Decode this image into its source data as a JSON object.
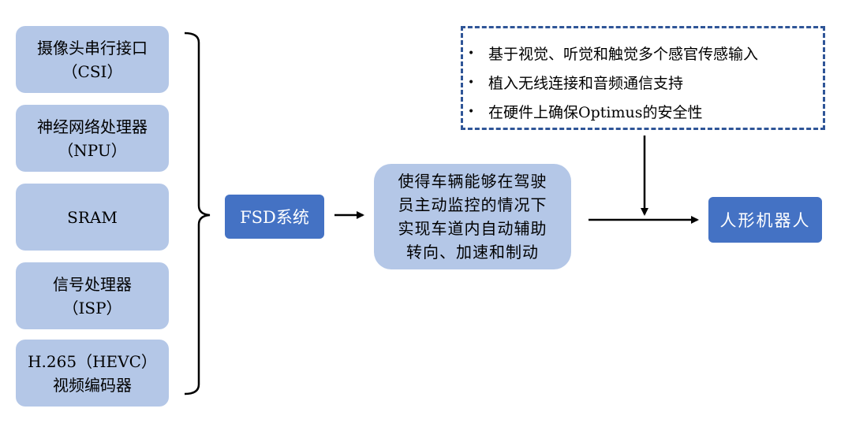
{
  "inputs": [
    {
      "line1": "摄像头串行接口",
      "line2": "（CSI）"
    },
    {
      "line1": "神经网络处理器",
      "line2": "（NPU）"
    },
    {
      "line1": "SRAM",
      "line2": ""
    },
    {
      "line1": "信号处理器",
      "line2": "（ISP）"
    },
    {
      "line1": "H.265（HEVC）",
      "line2": "视频编码器"
    }
  ],
  "fsd": {
    "label": "FSD系统"
  },
  "description": {
    "lines": [
      "使得车辆能够在驾驶",
      "员主动监控的情况下",
      "实现车道内自动辅助",
      "转向、加速和制动"
    ]
  },
  "robot": {
    "label": "人形机器人"
  },
  "features": {
    "bullet": "•",
    "items": [
      "基于视觉、听觉和触觉多个感官传感输入",
      "植入无线连接和音频通信支持",
      "在硬件上确保Optimus的安全性"
    ]
  },
  "colors": {
    "light_box": "#b4c7e7",
    "dark_box": "#4472c4",
    "dashed_border": "#2f5597",
    "line": "#000000"
  }
}
